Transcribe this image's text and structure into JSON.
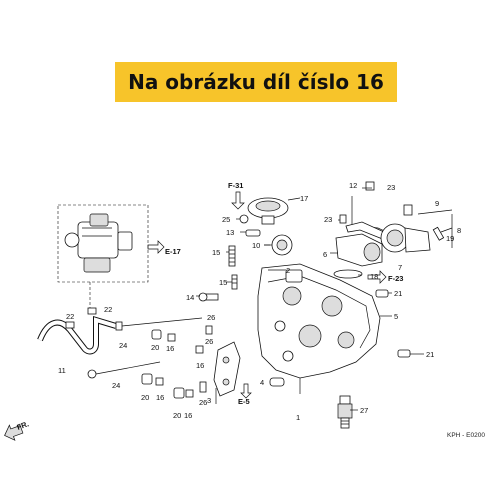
{
  "banner": {
    "text": "Na obrázku díl číslo 16"
  },
  "refs": {
    "f31": "F-31",
    "e17": "E-17",
    "f23": "F-23",
    "e5": "E-5",
    "fr": "FR."
  },
  "callouts": {
    "c17": "17",
    "c12": "12",
    "c23a": "23",
    "c9": "9",
    "c8": "8",
    "c25": "25",
    "c13": "13",
    "c10": "10",
    "c23b": "23",
    "c19": "19",
    "c15a": "15",
    "c2": "2",
    "c6": "6",
    "c7": "7",
    "c18": "18",
    "c15b": "15",
    "c14": "14",
    "c21a": "21",
    "c22a": "22",
    "c5": "5",
    "c26a": "26",
    "c22b": "22",
    "c24a": "24",
    "c20a": "20",
    "c16a": "16",
    "c11": "11",
    "c21b": "21",
    "c26b": "26",
    "c16b": "16",
    "c4": "4",
    "c24b": "24",
    "c20b": "20",
    "c16c": "16",
    "c3": "3",
    "c20c": "20",
    "c16d": "16",
    "c26c": "26",
    "c27": "27",
    "c1": "1"
  },
  "footer_code": "KPH - E0200"
}
